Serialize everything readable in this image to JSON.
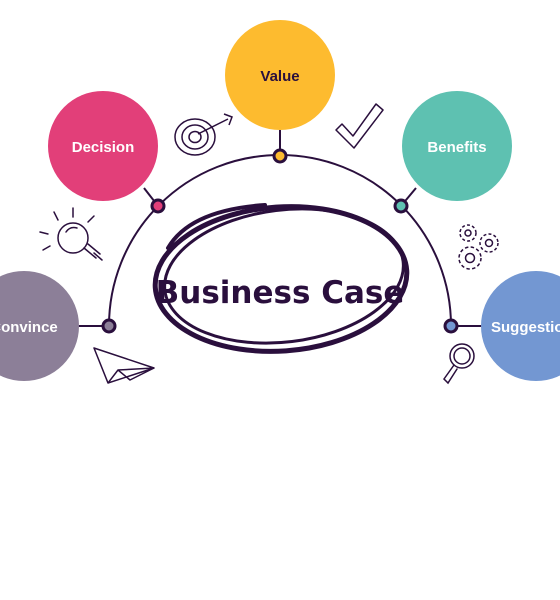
{
  "diagram": {
    "center_title": "Business Case",
    "nodes": [
      {
        "label": "Convince",
        "color": "#8c7f98",
        "text_color": "#ffffff"
      },
      {
        "label": "Decision",
        "color": "#e23f79",
        "text_color": "#ffffff"
      },
      {
        "label": "Value",
        "color": "#fdbb2f",
        "text_color": "#2a0f3d"
      },
      {
        "label": "Benefits",
        "color": "#5ec1b1",
        "text_color": "#ffffff"
      },
      {
        "label": "Suggestions",
        "color": "#7397d2",
        "text_color": "#ffffff"
      }
    ],
    "colors": {
      "ink": "#2a0f3d",
      "arc": "#2a0f3d"
    },
    "icons": [
      "target-icon",
      "checkmark-icon",
      "lightbulb-icon",
      "gears-icon",
      "paper-plane-icon",
      "magnifier-icon"
    ]
  }
}
